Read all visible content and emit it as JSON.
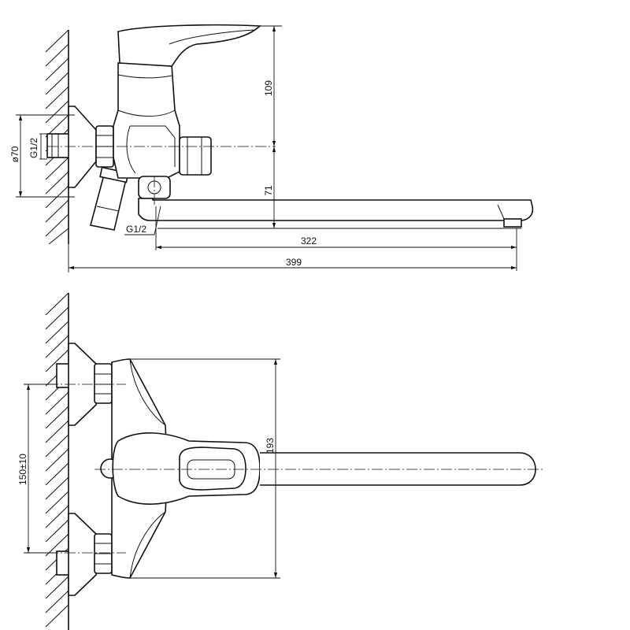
{
  "dimensions": {
    "height_handle": "109",
    "height_spout": "71",
    "reach_spout": "322",
    "overall_length": "399",
    "flange_diameter": "ø70",
    "thread_inlet": "G1/2",
    "thread_outlet": "G1/2",
    "center_distance": "150±10",
    "body_height": "193"
  }
}
